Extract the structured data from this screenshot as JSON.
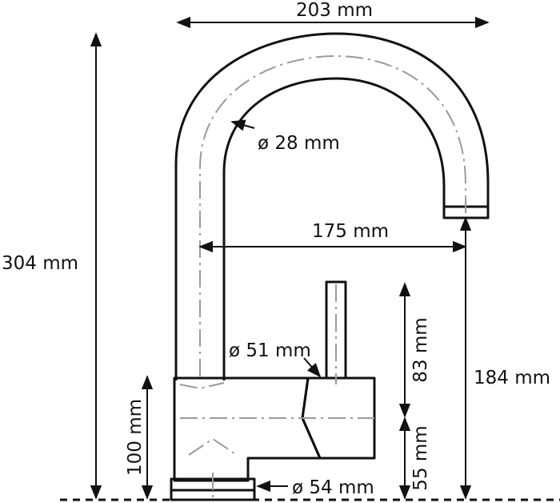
{
  "diagram": {
    "dimensions": {
      "overall_width": "203 mm",
      "spout_diameter": "ø 28 mm",
      "spout_reach": "175 mm",
      "overall_height": "304 mm",
      "outlet_height": "184 mm",
      "lever_height": "83 mm",
      "body_diameter": "ø 51 mm",
      "body_height": "100 mm",
      "lever_base_height": "55 mm",
      "base_diameter": "ø 54 mm"
    },
    "colors": {
      "line": "#111111",
      "centerline": "#9a9a9a",
      "background": "#ffffff"
    }
  }
}
